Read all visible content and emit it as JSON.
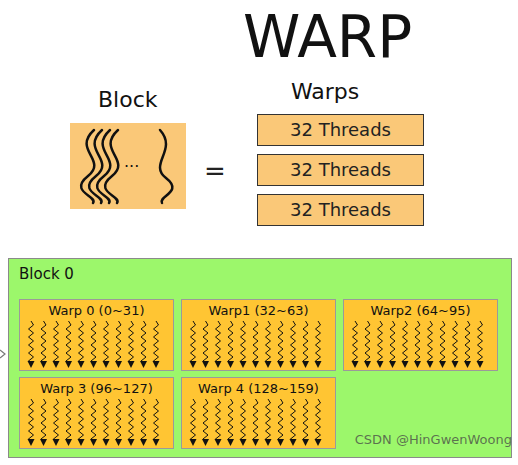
{
  "diagram": {
    "title": "WARP",
    "nodes": [
      {
        "text": [
          "Block",
          "..."
        ]
      },
      {
        "text": [
          "32 Threads"
        ]
      },
      {
        "text": [
          "32 Threads"
        ]
      },
      {
        "text": [
          "32 Threads"
        ]
      },
      {
        "text": [
          "Block 0"
        ]
      },
      {
        "text": [
          "Warp 0 (0~31)"
        ],
        "in": 4
      },
      {
        "text": [
          "Warp1 (32~63)"
        ],
        "in": 4
      },
      {
        "text": [
          "Warp2 (64~95)"
        ],
        "in": 4
      },
      {
        "text": [
          "Warp 3 (96~127)"
        ],
        "in": 4
      },
      {
        "text": [
          "Warp 4 (128~159)"
        ],
        "in": 4
      }
    ],
    "labels": [
      "=",
      "Warps",
      "CSDN @HinGwenWoong"
    ]
  }
}
